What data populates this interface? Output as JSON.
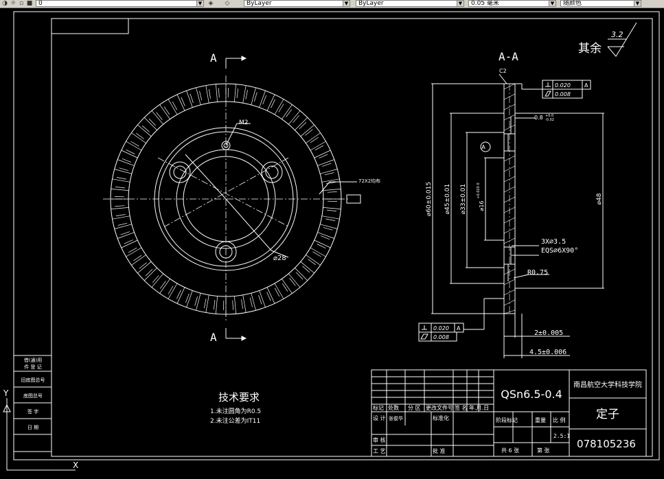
{
  "toolbar": {
    "combo1_value": "0",
    "combo2_value": "ByLayer",
    "combo3_value": "ByLayer",
    "combo4_value": "0.05 毫米",
    "combo5_value": "随颜色"
  },
  "drawing": {
    "section_label_top": "A",
    "section_label_bottom": "A",
    "section_view_title": "A-A",
    "roughness_text": "其余",
    "roughness_value": "3.2",
    "dim_m2": "M2",
    "dim_d28": "⌀28",
    "dim_splines": "72X2均布",
    "dim_c2": "C2",
    "dim_0_8": "0.8",
    "dim_0_8_sup": "+0.0",
    "dim_0_8_sub": "-0.02",
    "dim_d60": "⌀60±0.015",
    "dim_d45": "⌀45±0.01",
    "dim_d33": "⌀33±0.01",
    "dim_d16": "⌀16",
    "dim_d16_tol": "+0.020 0",
    "dim_d48": "⌀48",
    "datum_a": "A",
    "hole_callout_1": "3X⌀3.5",
    "hole_callout_2": "EQS⌀6X90°",
    "dim_r075": "R0.75",
    "dim_2": "2±0.005",
    "dim_4_5": "4.5±0.006",
    "fcf_top": {
      "tol1": "0.020",
      "datum": "A",
      "tol2": "0.008"
    },
    "fcf_bottom": {
      "tol1": "0.020",
      "datum": "A",
      "tol2": "0.008"
    },
    "tech_req_title": "技术要求",
    "tech_req_items": [
      "1.未注圆角为R0.5",
      "2.未注公差为IT11"
    ],
    "axis_y": "Y",
    "axis_x": "X"
  },
  "title_block": {
    "material": "QSn6.5-0.4",
    "school": "南昌航空大学科技学院",
    "part_name": "定子",
    "drawing_no": "078105236",
    "scale": "2.5:1",
    "hdr_mark": "标记",
    "hdr_count": "处数",
    "hdr_zone": "分 区",
    "hdr_doc": "更改文件号",
    "hdr_sign": "签 名",
    "hdr_date": "年.月.日",
    "lbl_design": "设 计",
    "val_designer": "张俊华",
    "lbl_standard": "标准化",
    "lbl_stage": "阶段标记",
    "lbl_weight": "重量",
    "lbl_scale": "比 例",
    "lbl_review": "审 核",
    "lbl_process": "工 艺",
    "lbl_approve": "批 准",
    "sheet_total": "共 6 张",
    "sheet_no": "第     张"
  },
  "side_block": {
    "rows": [
      "借(通)用",
      "件 登 记",
      "旧底图总号",
      "底图总号",
      "签  字",
      "日  期"
    ]
  }
}
